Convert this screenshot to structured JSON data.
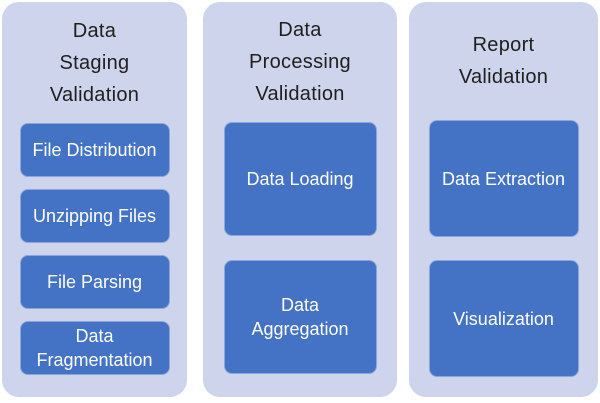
{
  "diagram": {
    "colors": {
      "page_bg": "#FFFFFF",
      "panel_bg": "#CED4EB",
      "box_bg": "#4472C4",
      "box_text": "#FFFFFF",
      "title_text": "#1F1F1F"
    },
    "columns": [
      {
        "id": "data-staging-validation",
        "title": "Data\nStaging\nValidation",
        "boxes": [
          "File Distribution",
          "Unzipping Files",
          "File Parsing",
          "Data\nFragmentation"
        ]
      },
      {
        "id": "data-processing-validation",
        "title": "Data\nProcessing\nValidation",
        "boxes": [
          "Data Loading",
          "Data\nAggregation"
        ]
      },
      {
        "id": "report-validation",
        "title": "Report\nValidation",
        "boxes": [
          "Data Extraction",
          "Visualization"
        ]
      }
    ]
  }
}
